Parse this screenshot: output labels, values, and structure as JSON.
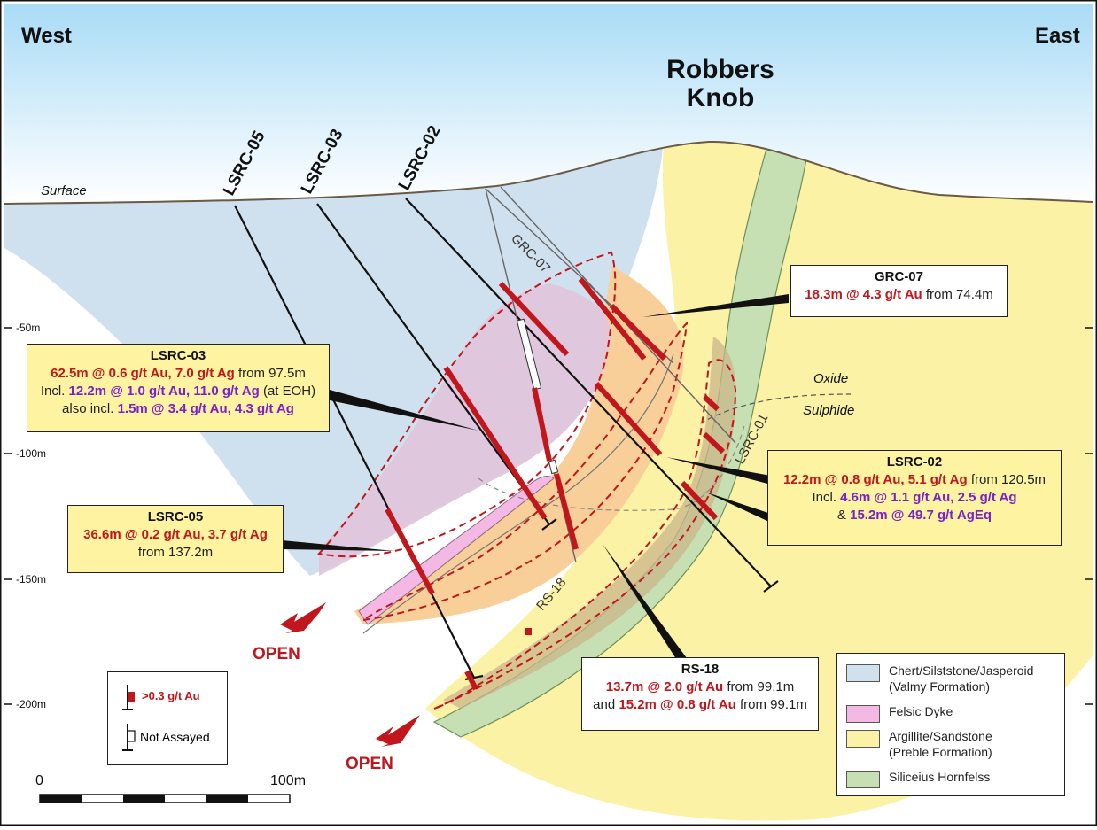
{
  "directions": {
    "west": "West",
    "east": "East"
  },
  "landmark": {
    "line1": "Robbers",
    "line2": "Knob"
  },
  "surface_label": "Surface",
  "drill_holes": [
    "LSRC-05",
    "LSRC-03",
    "LSRC-02",
    "GRC-07",
    "LSRC-01",
    "RS-18"
  ],
  "depth_labels": [
    "-50m",
    "-100m",
    "-150m",
    "-200m"
  ],
  "zone_labels": {
    "oxide": "Oxide",
    "sulphide": "Sulphide"
  },
  "open_labels": [
    "OPEN",
    "OPEN"
  ],
  "callouts": {
    "grc07": {
      "title": "GRC-07",
      "l1_red": "18.3m @ 4.3 g/t Au",
      "l1_rest": " from 74.4m"
    },
    "lsrc03": {
      "title": "LSRC-03",
      "l1_red": "62.5m @ 0.6 g/t Au, 7.0 g/t Ag",
      "l1_rest": " from 97.5m",
      "l2_pre": "Incl. ",
      "l2_pur": "12.2m @ 1.0 g/t Au, 11.0 g/t Ag",
      "l2_rest": " (at EOH)",
      "l3_pre": "also incl. ",
      "l3_pur": "1.5m @ 3.4 g/t Au, 4.3 g/t Ag"
    },
    "lsrc02": {
      "title": "LSRC-02",
      "l1_red": "12.2m @ 0.8 g/t Au, 5.1 g/t Ag",
      "l1_rest": " from 120.5m",
      "l2_pre": "Incl. ",
      "l2_pur": "4.6m @ 1.1 g/t Au, 2.5 g/t Ag",
      "l3_pre": "& ",
      "l3_pur": "15.2m @ 49.7 g/t AgEq"
    },
    "lsrc05": {
      "title": "LSRC-05",
      "l1_red": "36.6m @ 0.2 g/t Au, 3.7 g/t Ag",
      "l2": "from 137.2m"
    },
    "rs18": {
      "title": "RS-18",
      "l1_red": "13.7m @ 2.0 g/t Au",
      "l1_rest": " from 99.1m",
      "l2_pre": "and ",
      "l2_red": "15.2m @ 0.8 g/t Au",
      "l2_rest": " from 99.1m"
    }
  },
  "key": {
    "assayed": ">0.3 g/t Au",
    "not_assayed": "Not Assayed"
  },
  "legend": [
    {
      "label": "Chert/Silststone/Jasperoid",
      "label2": "(Valmy Formation)",
      "color": "#cfe0ee"
    },
    {
      "label": "Felsic Dyke",
      "label2": "",
      "color": "#f4b8e4"
    },
    {
      "label": "Argillite/Sandstone",
      "label2": "(Preble Formation)",
      "color": "#fbf2a6"
    },
    {
      "label": "Siliceius Hornfelss",
      "label2": "",
      "color": "#c6e0b3"
    }
  ],
  "scale": {
    "start": "0",
    "end": "100m"
  },
  "colors": {
    "intercept": "#c0161c",
    "envelope": "#c0161c",
    "sky": "#bfe4f7"
  }
}
